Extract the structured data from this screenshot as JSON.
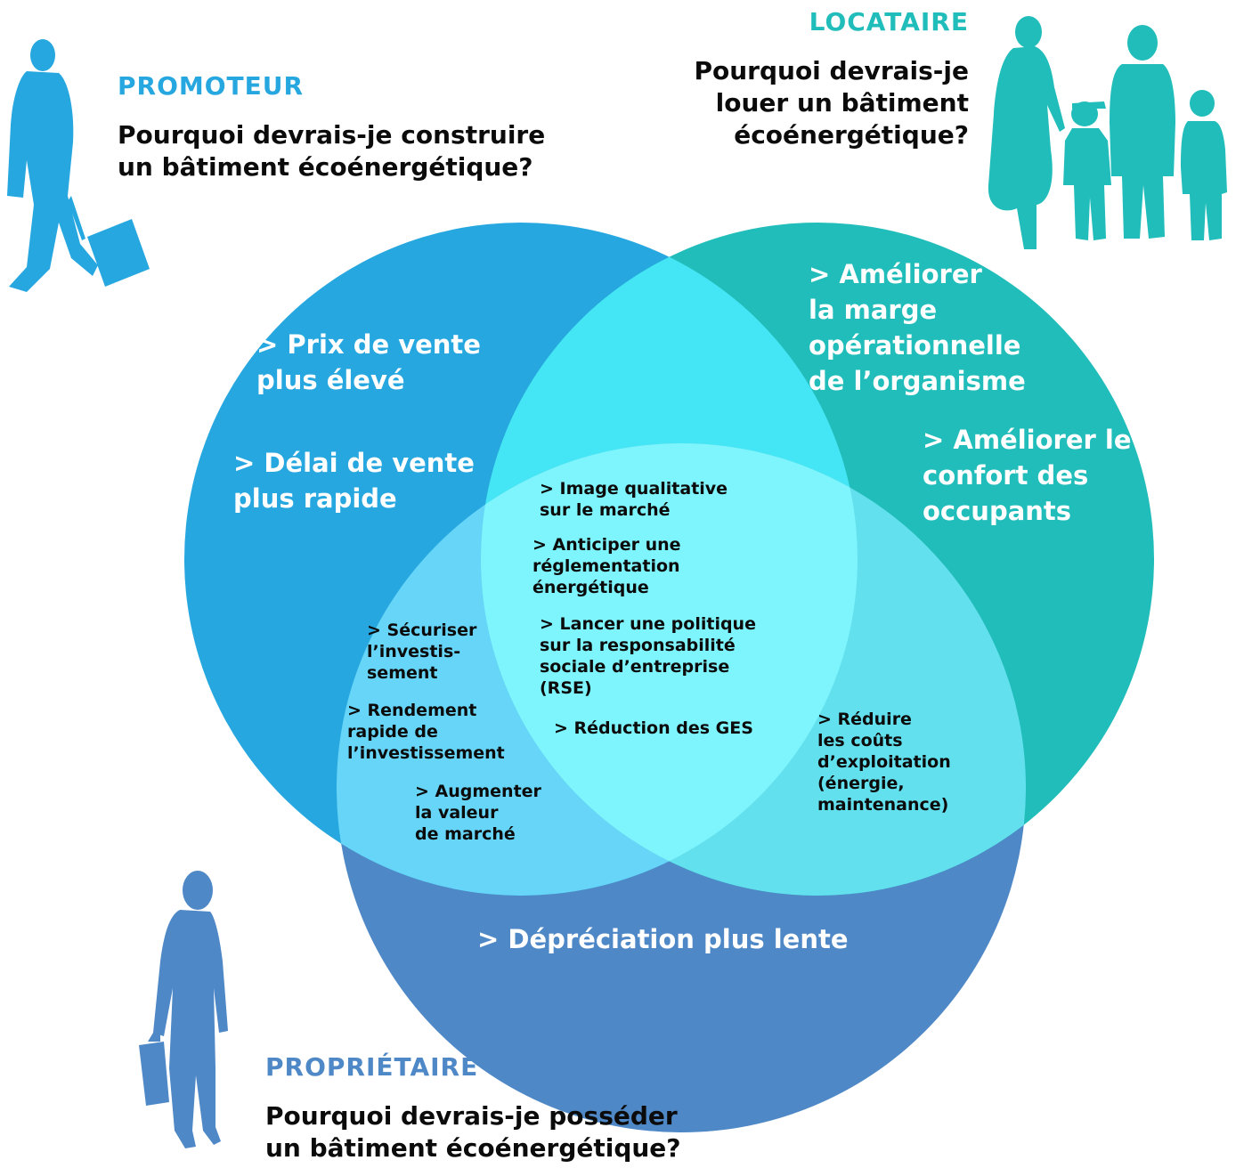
{
  "colors": {
    "promoteur": "#27A7E0",
    "locataire": "#21BDBA",
    "proprietaire": "#4F88C6",
    "overlap_promoteur_locataire": "#44E5F4",
    "overlap_promoteur_proprietaire": "#66D5F7",
    "overlap_locataire_proprietaire": "#62E0EE",
    "center": "#7EF4FC",
    "text_dark": "#0b0b0b",
    "text_light": "#ffffff"
  },
  "promoteur": {
    "role": "PROMOTEUR",
    "question": "Pourquoi devrais-je construire\nun bâtiment écoénergétique?",
    "icon": "businessman-with-suitcase-icon",
    "items": [
      "> Prix de vente\n   plus élevé",
      "> Délai de vente\n  plus rapide"
    ]
  },
  "locataire": {
    "role": "LOCATAIRE",
    "question": "Pourquoi devrais-je\nlouer un bâtiment\nécoénergétique?",
    "icon": "family-icon",
    "items": [
      "> Améliorer\n  la marge\n  opérationnelle\n  de l’organisme",
      "> Améliorer le\nconfort des\noccupants"
    ]
  },
  "proprietaire": {
    "role": "PROPRIÉTAIRE",
    "question": "Pourquoi devrais-je posséder\nun bâtiment écoénergétique?",
    "icon": "businessman-with-briefcase-icon",
    "items": [
      "> Dépréciation plus lente"
    ]
  },
  "intersections": {
    "promoteur_proprietaire": [
      "> Sécuriser\n   l’investis-\n   sement",
      "> Rendement\n   rapide de\n   l’investissement",
      "> Augmenter\n   la valeur\n   de marché"
    ],
    "locataire_proprietaire": [
      "> Réduire\nles coûts\nd’exploitation\n(énergie,\nmaintenance)"
    ],
    "center": [
      "> Image qualitative\n   sur le marché",
      "> Anticiper une\n  réglementation\n  énergétique",
      "> Lancer une politique\n   sur la responsabilité\n   sociale d’entreprise\n   (RSE)",
      "> Réduction des GES"
    ]
  }
}
